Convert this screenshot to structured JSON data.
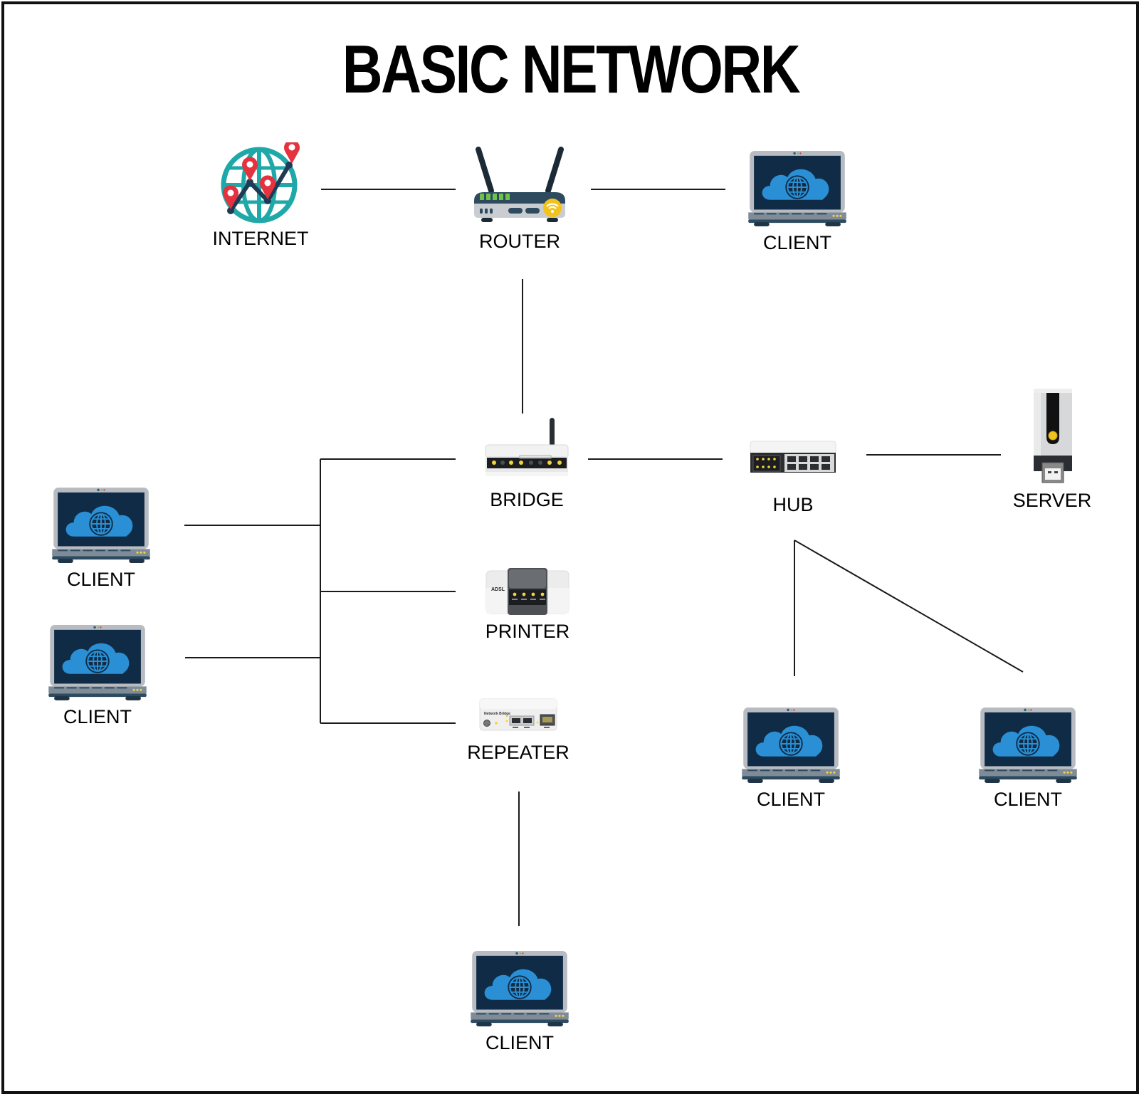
{
  "title": "BASIC NETWORK",
  "colors": {
    "laptop_frame": "#b8bcc2",
    "laptop_screen": "#0f2b45",
    "cloud": "#2a8fd4",
    "globe_teal": "#1fa8a8",
    "pin_red": "#e5323f",
    "router_body": "#2d4a5e",
    "router_led_green": "#6cc24a",
    "wifi_yellow": "#f4c21c",
    "led_yellow": "#f2d43a"
  },
  "nodes": {
    "internet": {
      "label": "INTERNET",
      "icon": "globe-pins-icon"
    },
    "router": {
      "label": "ROUTER",
      "icon": "router-icon"
    },
    "client_top": {
      "label": "CLIENT",
      "icon": "laptop-cloud-icon"
    },
    "bridge": {
      "label": "BRIDGE",
      "icon": "bridge-device-icon"
    },
    "hub": {
      "label": "HUB",
      "icon": "hub-switch-icon"
    },
    "server": {
      "label": "SERVER",
      "icon": "usb-server-icon"
    },
    "client_left_1": {
      "label": "CLIENT",
      "icon": "laptop-cloud-icon"
    },
    "client_left_2": {
      "label": "CLIENT",
      "icon": "laptop-cloud-icon"
    },
    "printer": {
      "label": "PRINTER",
      "icon": "printer-device-icon",
      "device_text": "ADSL"
    },
    "repeater": {
      "label": "REPEATER",
      "icon": "repeater-device-icon",
      "device_text": "Network Bridge"
    },
    "client_hub_1": {
      "label": "CLIENT",
      "icon": "laptop-cloud-icon"
    },
    "client_hub_2": {
      "label": "CLIENT",
      "icon": "laptop-cloud-icon"
    },
    "client_bottom": {
      "label": "CLIENT",
      "icon": "laptop-cloud-icon"
    }
  },
  "connections": [
    [
      "internet",
      "router"
    ],
    [
      "router",
      "client_top"
    ],
    [
      "router",
      "bridge"
    ],
    [
      "bridge",
      "hub"
    ],
    [
      "hub",
      "server"
    ],
    [
      "client_left_1",
      "bridge"
    ],
    [
      "client_left_2",
      "bridge"
    ],
    [
      "bridge",
      "printer"
    ],
    [
      "bridge",
      "repeater"
    ],
    [
      "hub",
      "client_hub_1"
    ],
    [
      "hub",
      "client_hub_2"
    ],
    [
      "repeater",
      "client_bottom"
    ]
  ]
}
